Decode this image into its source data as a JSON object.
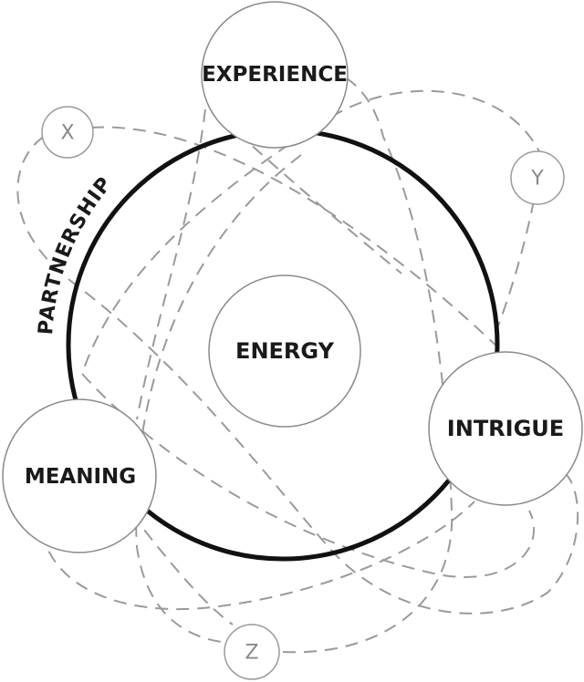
{
  "nodes": {
    "experience": "EXPERIENCE",
    "meaning": "MEANING",
    "intrigue": "INTRIGUE",
    "energy": "ENERGY"
  },
  "satellites": {
    "x": "X",
    "y": "Y",
    "z": "Z"
  },
  "ring_label": "PARTNERSHIP",
  "colors": {
    "ring": "#111111",
    "node_stroke": "#8a8a8a",
    "dashed": "#9a9a9a",
    "text": "#1a1a1a",
    "satellite_text": "#888888"
  }
}
